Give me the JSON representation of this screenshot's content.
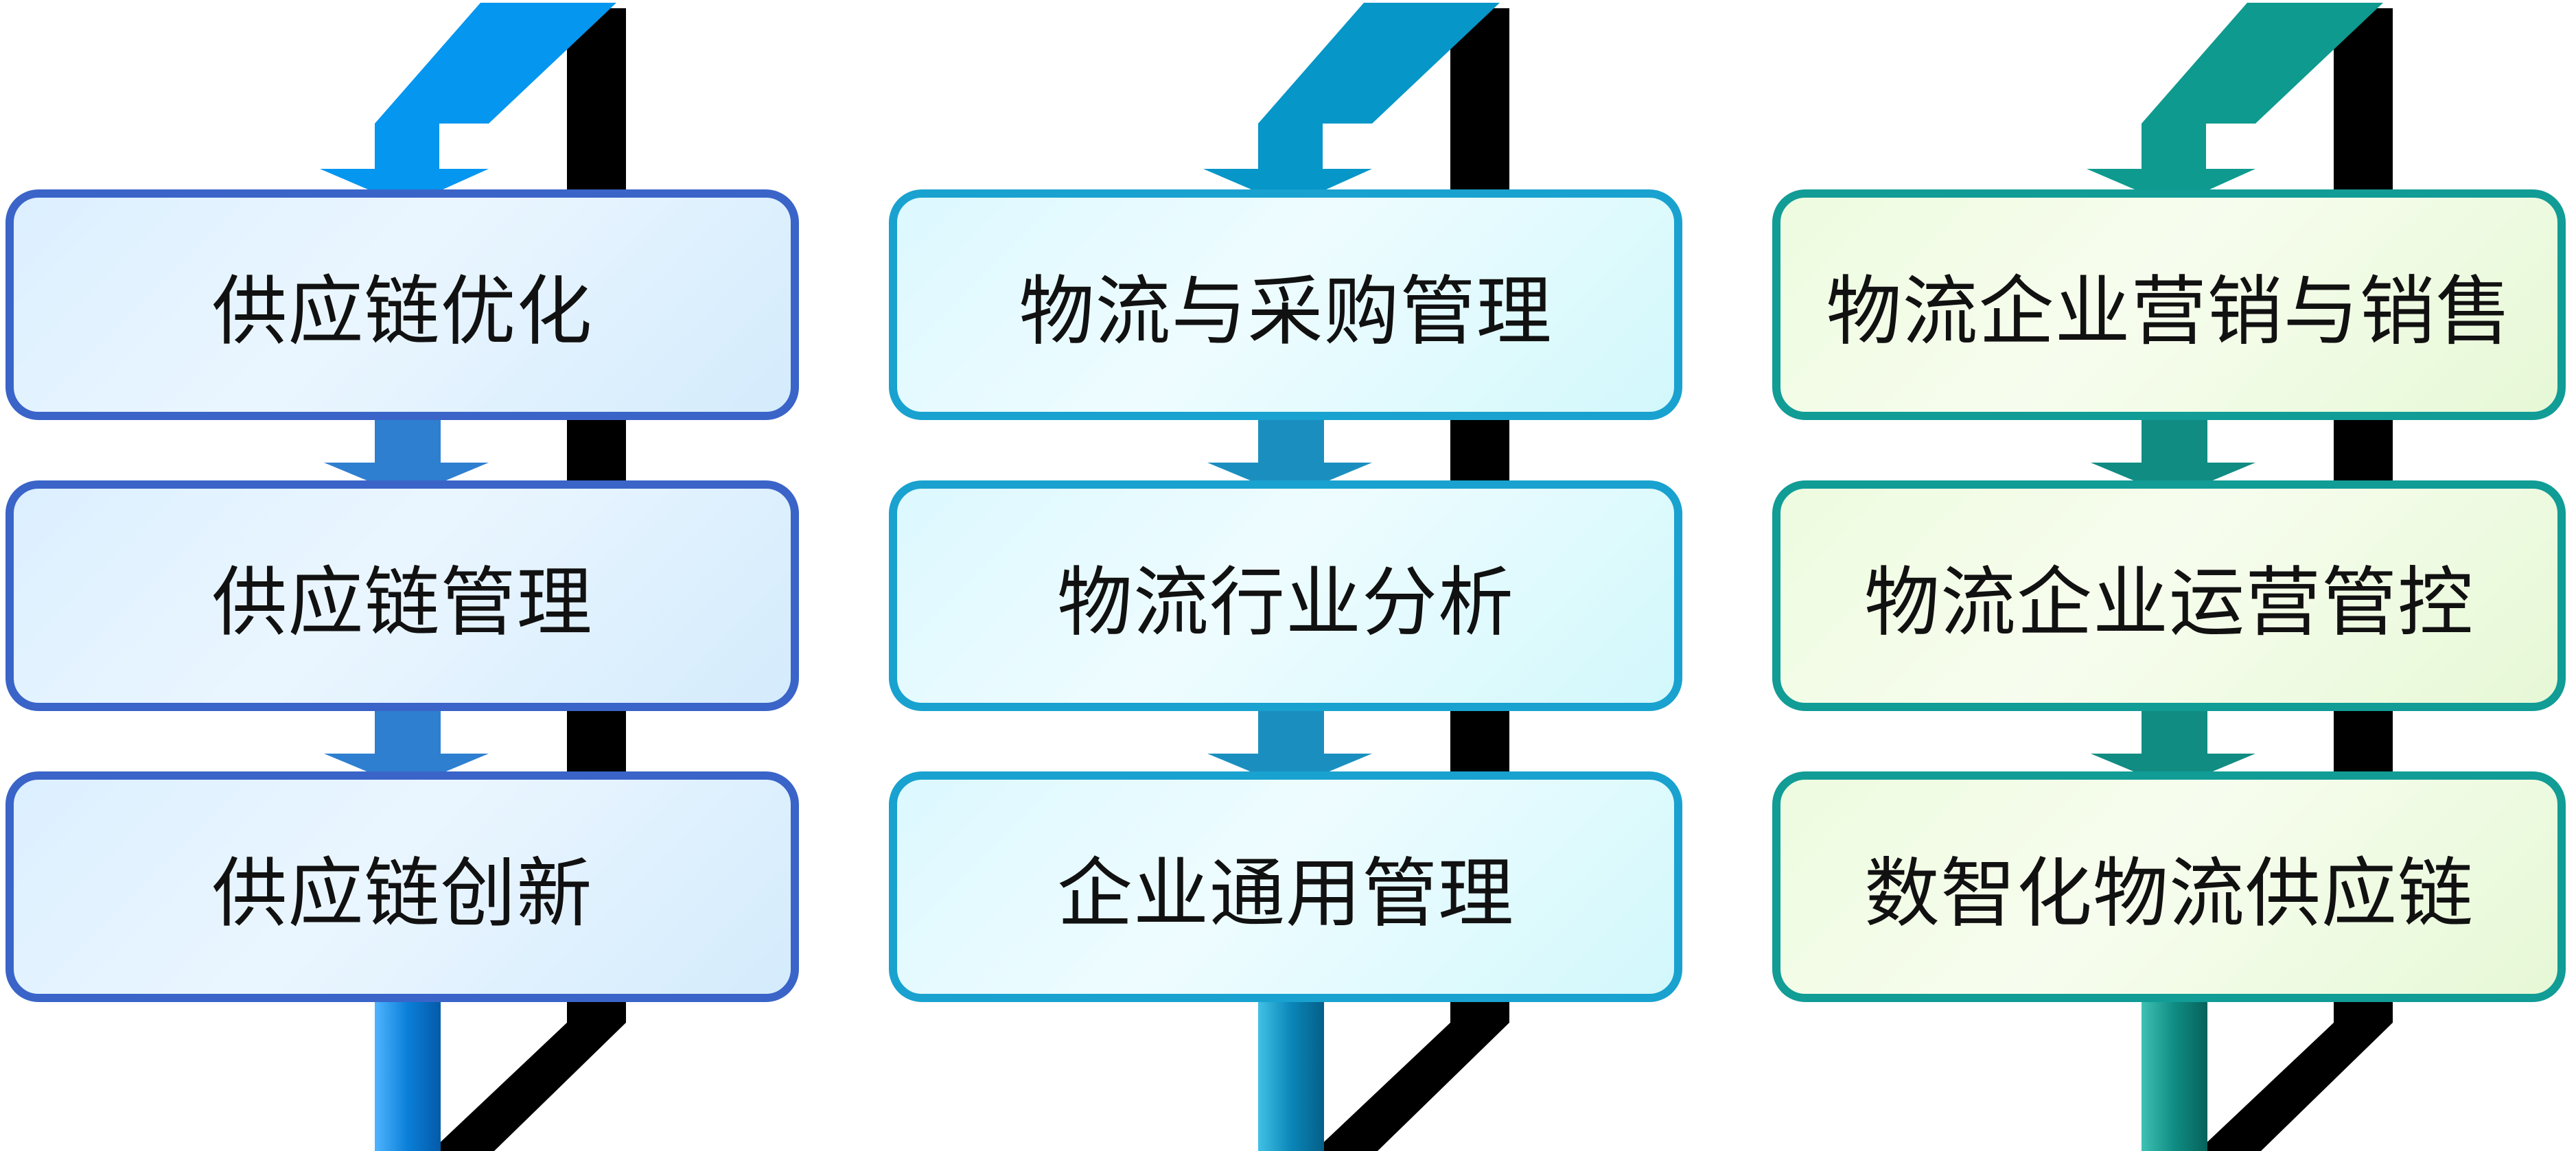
{
  "columns": [
    {
      "items": [
        {
          "label": "供应链优化"
        },
        {
          "label": "供应链管理"
        },
        {
          "label": "供应链创新"
        }
      ],
      "colors": {
        "arrow": "#0596f0",
        "connector": "#2e7fd0",
        "bottom_pipe": "#0a7fd8",
        "border": "#3a64c8"
      }
    },
    {
      "items": [
        {
          "label": "物流与采购管理"
        },
        {
          "label": "物流行业分析"
        },
        {
          "label": "企业通用管理"
        }
      ],
      "colors": {
        "arrow": "#0696c8",
        "connector": "#1a8fbf",
        "bottom_pipe": "#0a86b8",
        "border": "#19a2cf"
      }
    },
    {
      "items": [
        {
          "label": "物流企业营销与销售"
        },
        {
          "label": "物流企业运营管控"
        },
        {
          "label": "数智化物流供应链"
        }
      ],
      "colors": {
        "arrow": "#0e9a8e",
        "connector": "#108c82",
        "bottom_pipe": "#0f8c83",
        "border": "#119c96"
      }
    }
  ]
}
